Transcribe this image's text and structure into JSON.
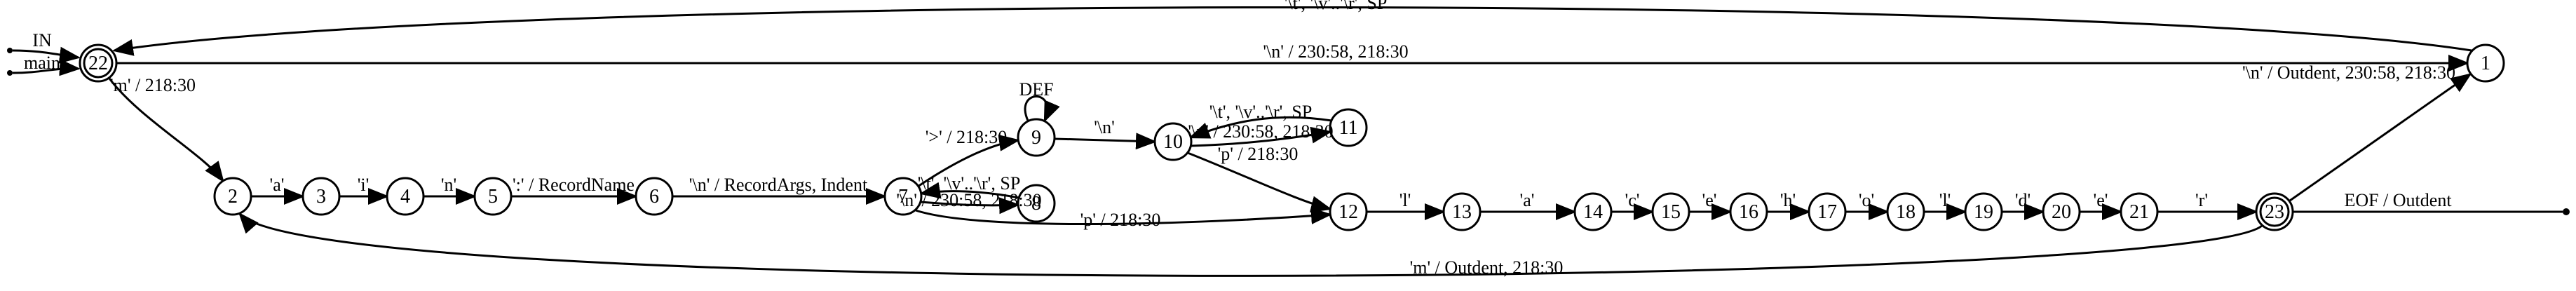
{
  "palette": {
    "ink": "#000000",
    "background": "#ffffff"
  },
  "entries": [
    {
      "id": "entry-in",
      "label": "IN",
      "target": "22"
    },
    {
      "id": "entry-main",
      "label": "main",
      "target": "22"
    }
  ],
  "states": [
    {
      "id": "22",
      "label": "22",
      "accepting": true
    },
    {
      "id": "1",
      "label": "1",
      "accepting": false
    },
    {
      "id": "2",
      "label": "2",
      "accepting": false
    },
    {
      "id": "3",
      "label": "3",
      "accepting": false
    },
    {
      "id": "4",
      "label": "4",
      "accepting": false
    },
    {
      "id": "5",
      "label": "5",
      "accepting": false
    },
    {
      "id": "6",
      "label": "6",
      "accepting": false
    },
    {
      "id": "7",
      "label": "7",
      "accepting": false
    },
    {
      "id": "8",
      "label": "8",
      "accepting": false
    },
    {
      "id": "9",
      "label": "9",
      "accepting": false
    },
    {
      "id": "10",
      "label": "10",
      "accepting": false
    },
    {
      "id": "11",
      "label": "11",
      "accepting": false
    },
    {
      "id": "12",
      "label": "12",
      "accepting": false
    },
    {
      "id": "13",
      "label": "13",
      "accepting": false
    },
    {
      "id": "14",
      "label": "14",
      "accepting": false
    },
    {
      "id": "15",
      "label": "15",
      "accepting": false
    },
    {
      "id": "16",
      "label": "16",
      "accepting": false
    },
    {
      "id": "17",
      "label": "17",
      "accepting": false
    },
    {
      "id": "18",
      "label": "18",
      "accepting": false
    },
    {
      "id": "19",
      "label": "19",
      "accepting": false
    },
    {
      "id": "20",
      "label": "20",
      "accepting": false
    },
    {
      "id": "21",
      "label": "21",
      "accepting": false
    },
    {
      "id": "23",
      "label": "23",
      "accepting": true
    }
  ],
  "transitions": [
    {
      "id": "t-1-22",
      "from": "1",
      "to": "22",
      "label": "'\\t', '\\v'..'\\r', SP"
    },
    {
      "id": "t-22-1",
      "from": "22",
      "to": "1",
      "label": "'\\n' / 230:58, 218:30"
    },
    {
      "id": "t-22-2",
      "from": "22",
      "to": "2",
      "label": "'m' / 218:30"
    },
    {
      "id": "t-23-1",
      "from": "23",
      "to": "1",
      "label": "'\\n' / Outdent, 230:58, 218:30"
    },
    {
      "id": "t-2-3",
      "from": "2",
      "to": "3",
      "label": "'a'"
    },
    {
      "id": "t-3-4",
      "from": "3",
      "to": "4",
      "label": "'i'"
    },
    {
      "id": "t-4-5",
      "from": "4",
      "to": "5",
      "label": "'n'"
    },
    {
      "id": "t-5-6",
      "from": "5",
      "to": "6",
      "label": "':' / RecordName"
    },
    {
      "id": "t-6-7",
      "from": "6",
      "to": "7",
      "label": "'\\n' / RecordArgs, Indent"
    },
    {
      "id": "t-7-9",
      "from": "7",
      "to": "9",
      "label": "'>' / 218:30"
    },
    {
      "id": "t-9-9",
      "from": "9",
      "to": "9",
      "label": "DEF"
    },
    {
      "id": "t-9-10",
      "from": "9",
      "to": "10",
      "label": "'\\n'"
    },
    {
      "id": "t-11-10",
      "from": "11",
      "to": "10",
      "label": "'\\t', '\\v'..'\\r', SP"
    },
    {
      "id": "t-10-11",
      "from": "10",
      "to": "11",
      "label": "'\\n' / 230:58, 218:30"
    },
    {
      "id": "t-10-12",
      "from": "10",
      "to": "12",
      "label": "'p' / 218:30"
    },
    {
      "id": "t-8-7",
      "from": "8",
      "to": "7",
      "label": "'\\t', '\\v'..'\\r', SP"
    },
    {
      "id": "t-7-8",
      "from": "7",
      "to": "8",
      "label": "'\\n' / 230:58, 218:30"
    },
    {
      "id": "t-7-12",
      "from": "7",
      "to": "12",
      "label": "'p' / 218:30"
    },
    {
      "id": "t-12-13",
      "from": "12",
      "to": "13",
      "label": "'l'"
    },
    {
      "id": "t-13-14",
      "from": "13",
      "to": "14",
      "label": "'a'"
    },
    {
      "id": "t-14-15",
      "from": "14",
      "to": "15",
      "label": "'c'"
    },
    {
      "id": "t-15-16",
      "from": "15",
      "to": "16",
      "label": "'e'"
    },
    {
      "id": "t-16-17",
      "from": "16",
      "to": "17",
      "label": "'h'"
    },
    {
      "id": "t-17-18",
      "from": "17",
      "to": "18",
      "label": "'o'"
    },
    {
      "id": "t-18-19",
      "from": "18",
      "to": "19",
      "label": "'l'"
    },
    {
      "id": "t-19-20",
      "from": "19",
      "to": "20",
      "label": "'d'"
    },
    {
      "id": "t-20-21",
      "from": "20",
      "to": "21",
      "label": "'e'"
    },
    {
      "id": "t-21-23",
      "from": "21",
      "to": "23",
      "label": "'r'"
    },
    {
      "id": "t-23-exit",
      "from": "23",
      "to": "exit",
      "label": "EOF / Outdent"
    },
    {
      "id": "t-23-2",
      "from": "23",
      "to": "2",
      "label": "'m' / Outdent, 218:30"
    }
  ]
}
